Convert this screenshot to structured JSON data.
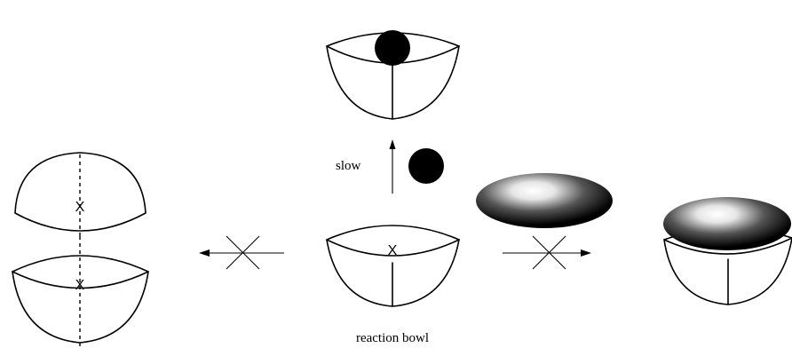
{
  "labels": {
    "slow": "slow",
    "reaction_bowl": "reaction bowl",
    "site_mark": "X"
  },
  "colors": {
    "ink": "#000000",
    "ellipsoid_highlight": "#ffffff",
    "ellipsoid_body": "#000000"
  }
}
